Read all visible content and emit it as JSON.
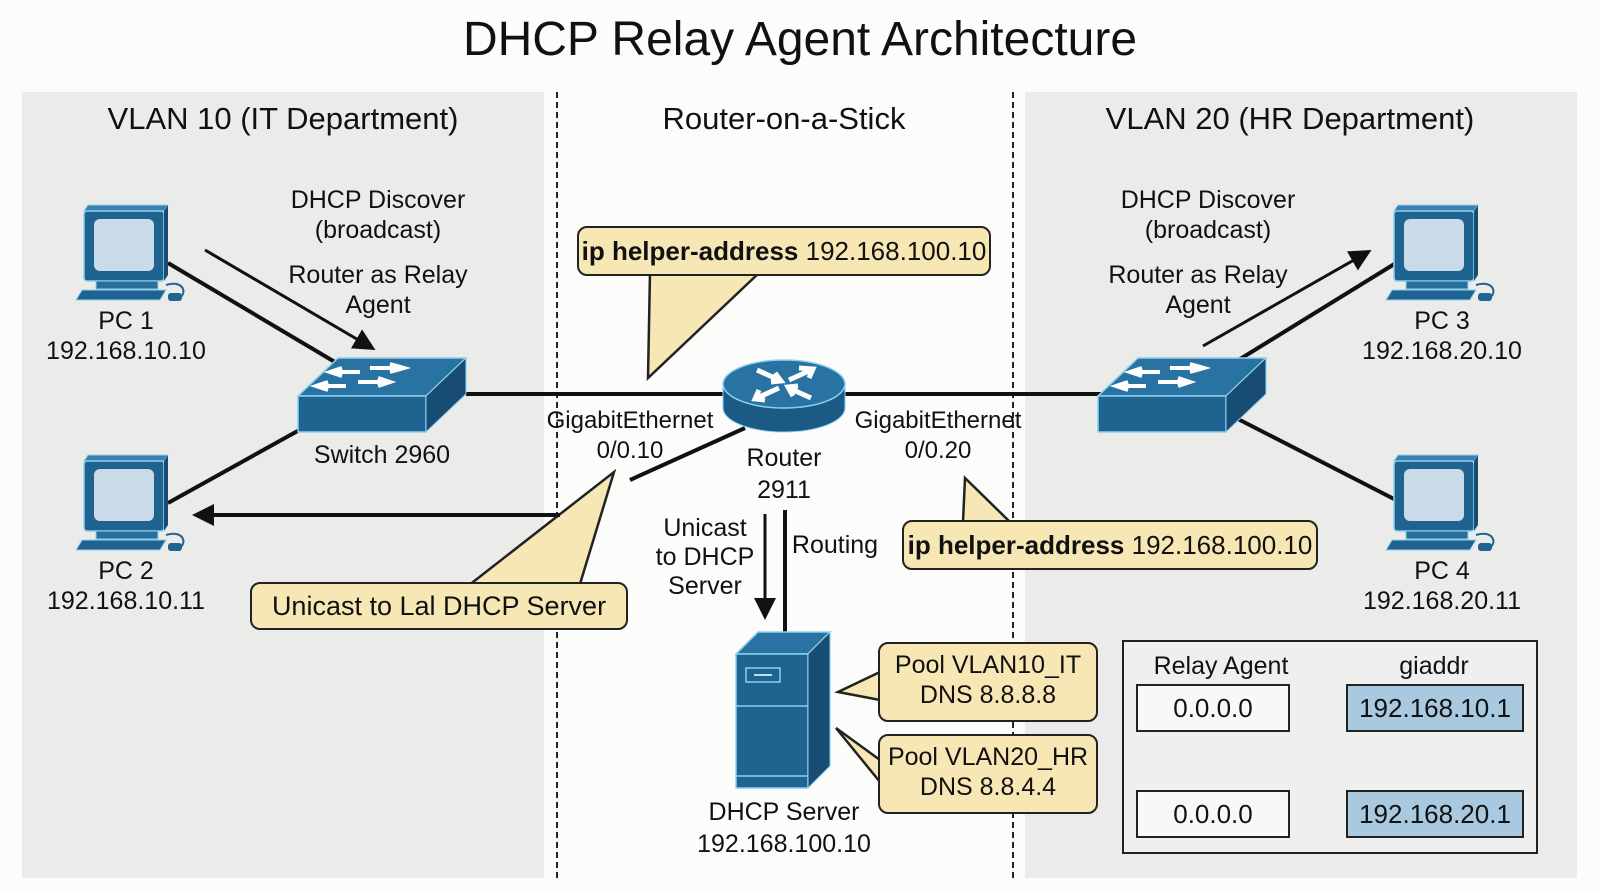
{
  "title": "DHCP Relay Agent Architecture",
  "sections": {
    "left": "VLAN 10 (IT Department)",
    "center": "Router-on-a-Stick",
    "right": "VLAN 20 (HR Department)"
  },
  "vlan10": {
    "discover_line1": "DHCP Discover",
    "discover_line2": "(broadcast)",
    "relay_line1": "Router as Relay",
    "relay_line2": "Agent",
    "pc1": {
      "name": "PC 1",
      "ip": "192.168.10.10"
    },
    "pc2": {
      "name": "PC 2",
      "ip": "192.168.10.11"
    },
    "switch": "Switch 2960",
    "unicast_callout": "Unicast to Lal DHCP Server"
  },
  "vlan20": {
    "discover_line1": "DHCP Discover",
    "discover_line2": "(broadcast)",
    "relay_line1": "Router as Relay",
    "relay_line2": "Agent",
    "pc3": {
      "name": "PC 3",
      "ip": "192.168.20.10"
    },
    "pc4": {
      "name": "PC 4",
      "ip": "192.168.20.11"
    }
  },
  "router": {
    "name_line1": "Router",
    "name_line2": "2911",
    "iface_left_line1": "GigabitEthernet",
    "iface_left_line2": "0/0.10",
    "iface_right_line1": "GigabitEthernet",
    "iface_right_line2": "0/0.20",
    "helper_top": {
      "cmd": "ip helper-address",
      "ip": "192.168.100.10"
    },
    "helper_bottom": {
      "cmd": "ip helper-address",
      "ip": "192.168.100.10"
    },
    "unicast_line1": "Unicast",
    "unicast_line2": "to DHCP",
    "unicast_line3": "Server",
    "routing": "Routing"
  },
  "server": {
    "name": "DHCP Server",
    "ip": "192.168.100.10",
    "pool1_line1": "Pool VLAN10_IT",
    "pool1_line2": "DNS 8.8.8.8",
    "pool2_line1": "Pool VLAN20_HR",
    "pool2_line2": "DNS 8.8.4.4"
  },
  "giaddr_table": {
    "col1": "Relay Agent",
    "col2": "giaddr",
    "rows": [
      {
        "from": "0.0.0.0",
        "to": "192.168.10.1"
      },
      {
        "from": "0.0.0.0",
        "to": "192.168.20.1"
      }
    ]
  },
  "colors": {
    "device_blue": "#1f6390",
    "device_light": "#c9dbe8",
    "callout_fill": "#f7e7b4",
    "giaddr_fill": "#a9c9e0"
  }
}
